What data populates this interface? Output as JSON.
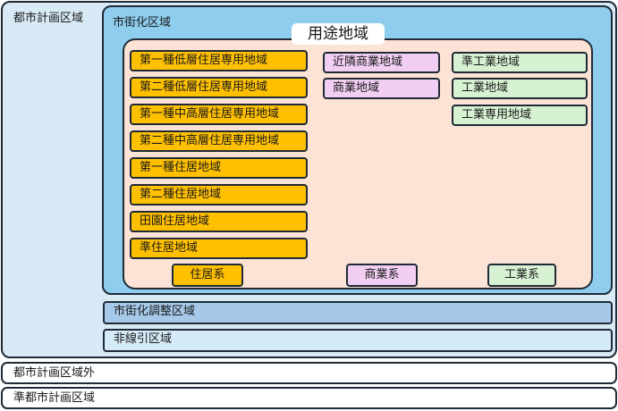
{
  "city_planning_area": {
    "label": "都市計画区域"
  },
  "urbanization_area": {
    "label": "市街化区域"
  },
  "zoning": {
    "title": "用途地域",
    "residential": {
      "category": "住居系",
      "zones": [
        "第一種低層住居専用地域",
        "第二種低層住居専用地域",
        "第一種中高層住居専用地域",
        "第二種中高層住居専用地域",
        "第一種住居地域",
        "第二種住居地域",
        "田園住居地域",
        "準住居地域"
      ]
    },
    "commercial": {
      "category": "商業系",
      "zones": [
        "近隣商業地域",
        "商業地域"
      ]
    },
    "industrial": {
      "category": "工業系",
      "zones": [
        "準工業地域",
        "工業地域",
        "工業専用地域"
      ]
    }
  },
  "urbanization_control_area": {
    "label": "市街化調整区域"
  },
  "non_delineated_area": {
    "label": "非線引区域"
  },
  "outside_city_planning_area": {
    "label": "都市計画区域外"
  },
  "quasi_city_planning_area": {
    "label": "準都市計画区域"
  },
  "colors": {
    "city_area": "#d8eaf6",
    "urbanization_area": "#8fcdef",
    "zoning_area": "#fde3d6",
    "residential": "#ffc000",
    "commercial": "#f1cef2",
    "industrial": "#d7f2d2",
    "urbanization_control": "#a6c9ea",
    "non_delineated": "#d6ebf8",
    "border": "#1f2a36"
  }
}
